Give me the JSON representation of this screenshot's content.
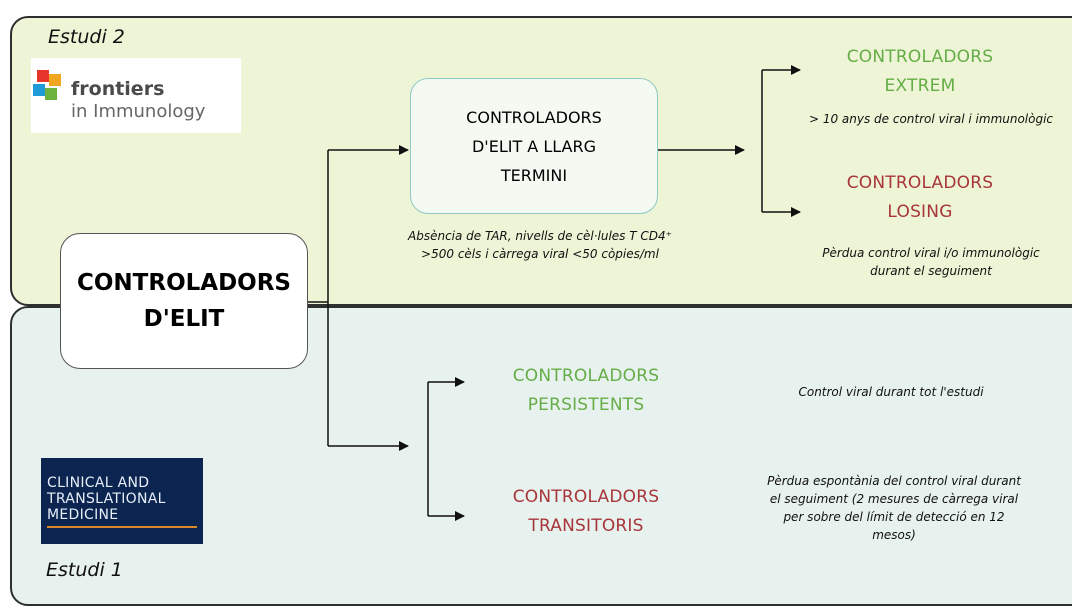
{
  "study2": {
    "label": "Estudi 2"
  },
  "study1": {
    "label": "Estudi 1"
  },
  "logos": {
    "frontiers": {
      "line1": "frontiers",
      "line2": "in Immunology"
    },
    "ctm": {
      "line1": "CLINICAL AND",
      "line2": "TRANSLATIONAL",
      "line3": "MEDICINE"
    }
  },
  "nodes": {
    "elite": {
      "line1": "CONTROLADORS",
      "line2": "D'ELIT"
    },
    "long_term": {
      "line1": "CONTROLADORS",
      "line2": "D'ELIT A LLARG",
      "line3": "TERMINI"
    },
    "long_term_def": {
      "line1": "Absència de TAR, nivells de cèl·lules T CD4⁺",
      "line2": ">500 cèls i càrrega viral <50 còpies/ml"
    },
    "extreme": {
      "line1": "CONTROLADORS",
      "line2": "EXTREM",
      "desc": "> 10 anys de control viral i immunològic"
    },
    "losing": {
      "line1": "CONTROLADORS",
      "line2": "LOSING",
      "desc1": "Pèrdua control viral i/o immunològic",
      "desc2": "durant el seguiment"
    },
    "persistent": {
      "line1": "CONTROLADORS",
      "line2": "PERSISTENTS",
      "desc": "Control viral durant tot l'estudi"
    },
    "transient": {
      "line1": "CONTROLADORS",
      "line2": "TRANSITORIS",
      "desc1": "Pèrdua espontània del control viral durant",
      "desc2": "el seguiment (2 mesures de càrrega viral",
      "desc3": "per sobre del límit de detecció en 12",
      "desc4": "mesos)"
    }
  },
  "colors": {
    "green": "#65ad46",
    "red": "#a8353a",
    "study2_bg": "#eef5d6",
    "study1_bg": "#e7f1ee"
  }
}
